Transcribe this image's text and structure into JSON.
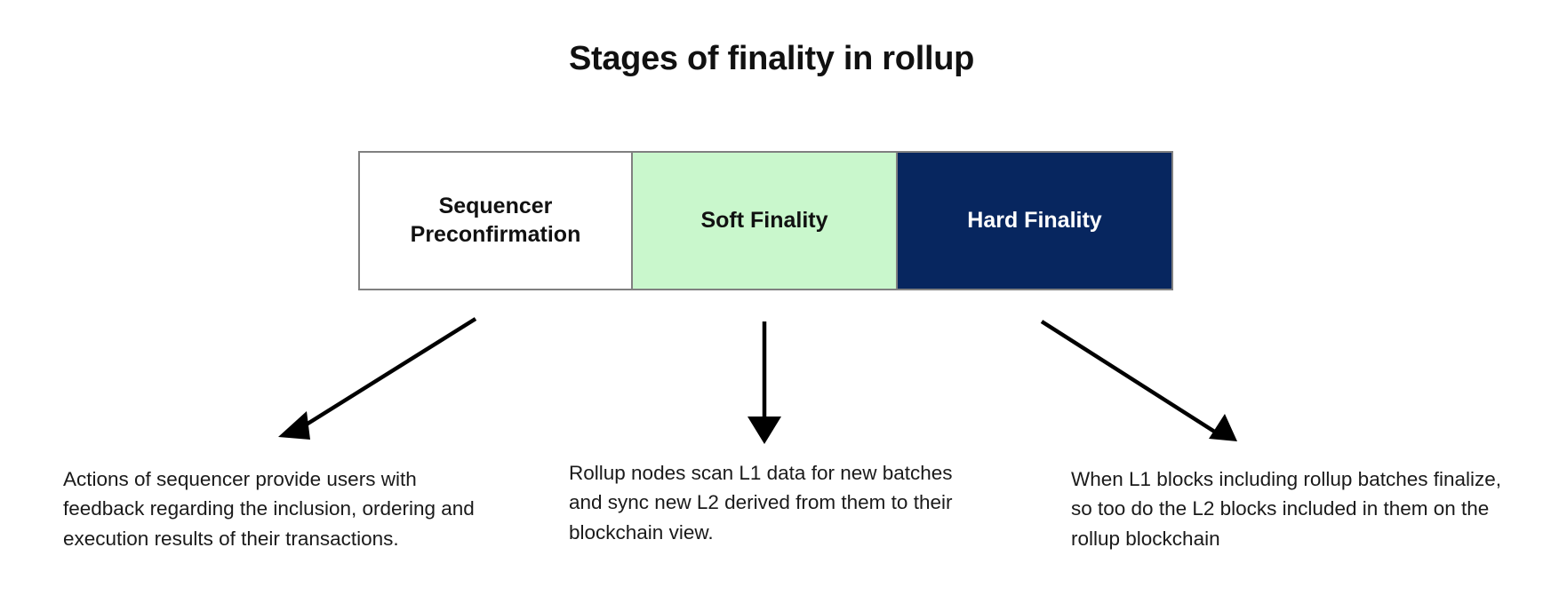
{
  "title": "Stages of finality in rollup",
  "colors": {
    "bar_border": "#808080",
    "segment_white": "#ffffff",
    "segment_green": "#c9f7cc",
    "segment_navy": "#07265f",
    "arrow": "#000000",
    "text": "#111111"
  },
  "stages": [
    {
      "id": "sequencer-preconfirmation",
      "label": "Sequencer Preconfirmation",
      "label_line_1": "Sequencer",
      "label_line_2": "Preconfirmation",
      "fill": "#ffffff",
      "text_color": "#111111"
    },
    {
      "id": "soft-finality",
      "label": "Soft Finality",
      "label_line_1": "Soft Finality",
      "label_line_2": "",
      "fill": "#c9f7cc",
      "text_color": "#111111"
    },
    {
      "id": "hard-finality",
      "label": "Hard Finality",
      "label_line_1": "Hard Finality",
      "label_line_2": "",
      "fill": "#07265f",
      "text_color": "#ffffff"
    }
  ],
  "captions": [
    {
      "for_stage": "sequencer-preconfirmation",
      "text": "Actions of sequencer provide users with feedback regarding the inclusion, ordering and execution results of their transactions."
    },
    {
      "for_stage": "soft-finality",
      "text": "Rollup nodes scan L1 data for new batches and sync new L2 derived from them to their blockchain view."
    },
    {
      "for_stage": "hard-finality",
      "text": "When L1 blocks including rollup batches finalize, so too do the L2 blocks included in them on the rollup blockchain"
    }
  ],
  "arrows": [
    {
      "id": "arrow-sequencer-preconfirmation",
      "direction": "down-left",
      "from_stage": "sequencer-preconfirmation",
      "to_caption": 0
    },
    {
      "id": "arrow-soft-finality",
      "direction": "down",
      "from_stage": "soft-finality",
      "to_caption": 1
    },
    {
      "id": "arrow-hard-finality",
      "direction": "down-right",
      "from_stage": "hard-finality",
      "to_caption": 2
    }
  ]
}
